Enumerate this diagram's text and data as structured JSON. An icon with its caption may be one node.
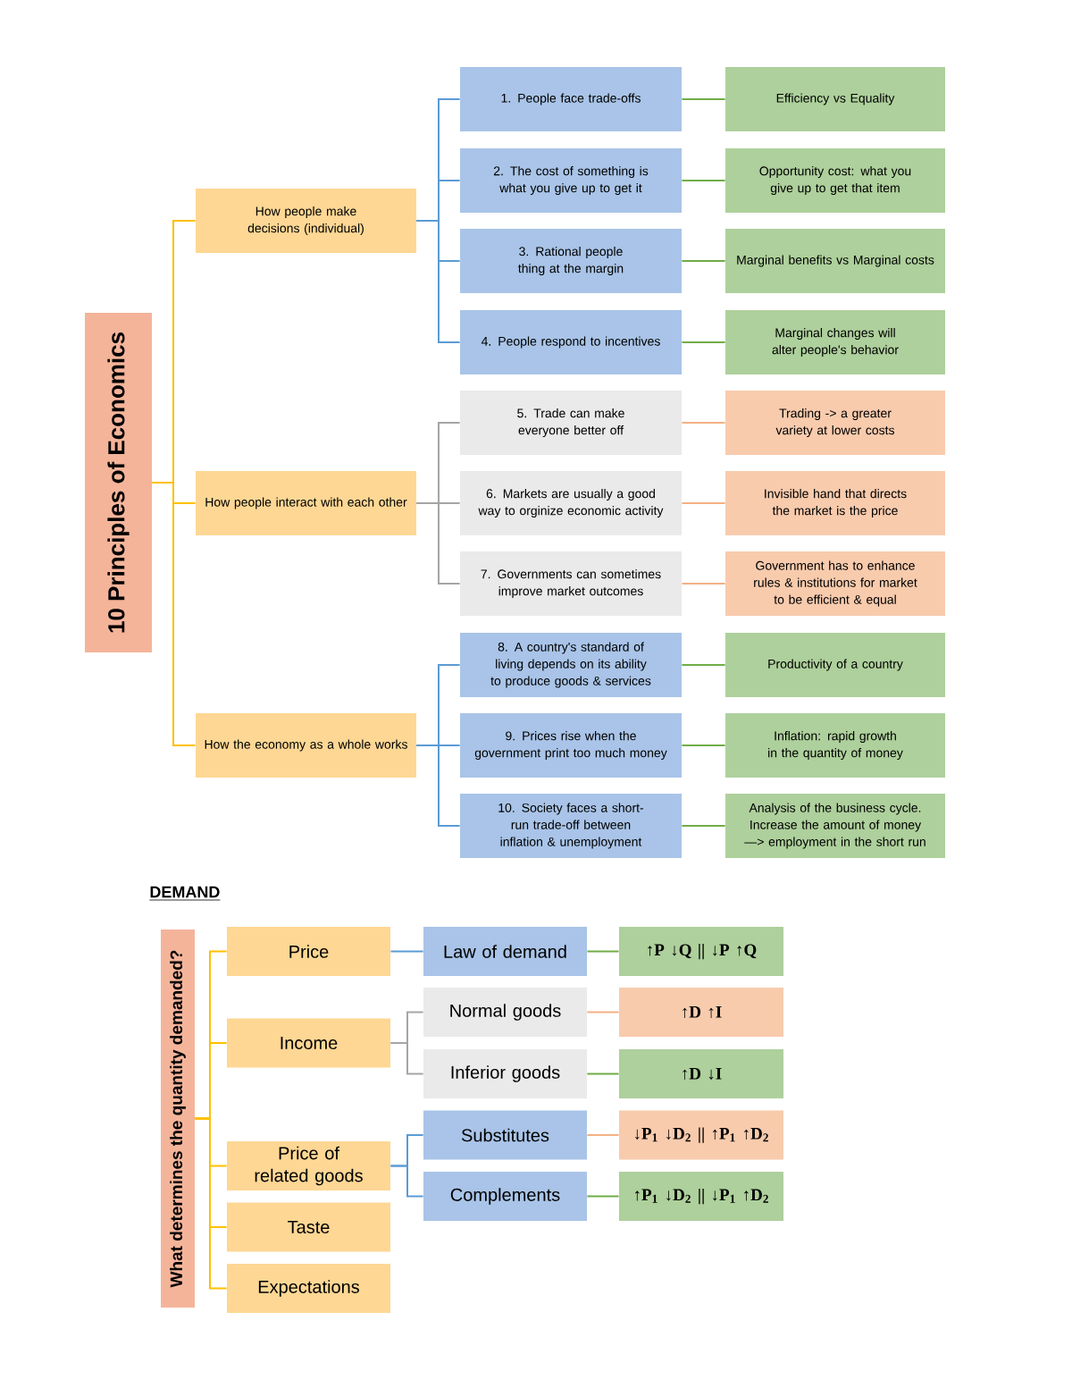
{
  "diagram": {
    "nodes": [
      {
        "text": [
          "10 Principles of Economics"
        ]
      },
      {
        "text": [
          "How people make decisions (individual)"
        ]
      },
      {
        "text": [
          "How people interact with each other"
        ]
      },
      {
        "text": [
          "How the economy as a whole works"
        ]
      },
      {
        "text": [
          "1. People face trade-offs"
        ]
      },
      {
        "text": [
          "Efficiency vs Equality"
        ]
      },
      {
        "text": [
          "2. The cost of something is what you give up to get it"
        ]
      },
      {
        "text": [
          "Opportunity cost: what you give up to get that item"
        ]
      },
      {
        "text": [
          "3. Rational people thing at the margin"
        ]
      },
      {
        "text": [
          "Marginal benefits vs Marginal costs"
        ]
      },
      {
        "text": [
          "4. People respond to incentives"
        ]
      },
      {
        "text": [
          "Marginal changes will alter people's behavior"
        ]
      },
      {
        "text": [
          "5. Trade can make everyone better off"
        ]
      },
      {
        "text": [
          "Trading -> a greater variety at lower costs"
        ]
      },
      {
        "text": [
          "6. Markets are usually a good way to orginize economic activity"
        ]
      },
      {
        "text": [
          "Invisible hand that directs the market is the price"
        ]
      },
      {
        "text": [
          "7. Governments can sometimes improve market outcomes"
        ]
      },
      {
        "text": [
          "Government has to enhance rules & institutions for market to be efficient & equal"
        ]
      },
      {
        "text": [
          "8. A country's standard of living depends on its ability to produce goods & services"
        ]
      },
      {
        "text": [
          "Productivity of a country"
        ]
      },
      {
        "text": [
          "9. Prices rise when the government print too much money"
        ]
      },
      {
        "text": [
          "Inflation: rapid growth in the quantity of money"
        ]
      },
      {
        "text": [
          "10. Society faces a short-run trade-off between inflation & unemployment"
        ]
      },
      {
        "text": [
          "Analysis of the business cycle. Increase the amount of money —> employment in the short run"
        ]
      },
      {
        "text": [
          "What determines the quantity demanded?"
        ]
      },
      {
        "text": [
          "Price"
        ]
      },
      {
        "text": [
          "Income"
        ]
      },
      {
        "text": [
          "Price of related goods"
        ]
      },
      {
        "text": [
          "Taste"
        ]
      },
      {
        "text": [
          "Expectations"
        ]
      },
      {
        "text": [
          "Law of demand"
        ]
      },
      {
        "text": [
          "↑P ↓Q || ↓P ↑Q"
        ]
      },
      {
        "text": [
          "Normal goods"
        ]
      },
      {
        "text": [
          "↑D ↑I"
        ]
      },
      {
        "text": [
          "Inferior goods"
        ]
      },
      {
        "text": [
          "↑D ↓I"
        ]
      },
      {
        "text": [
          "Substitutes"
        ]
      },
      {
        "text": [
          "↓P$_{1}$ ↓D$_{2}$ || ↑P$_{1}$ ↑D$_{2}$"
        ]
      },
      {
        "text": [
          "Complements"
        ]
      },
      {
        "text": [
          "↑P$_{1}$ ↓D$_{2}$ || ↓P$_{1}$ ↑D$_{2}$"
        ]
      }
    ],
    "edges": [
      {
        "from": 0,
        "to": 1,
        "arrow": "none",
        "color": "#ffc000"
      },
      {
        "from": 0,
        "to": 2,
        "arrow": "none",
        "color": "#ffc000"
      },
      {
        "from": 0,
        "to": 3,
        "arrow": "none",
        "color": "#ffc000"
      },
      {
        "from": 1,
        "to": 4,
        "arrow": "none",
        "color": "#5b9bd5"
      },
      {
        "from": 1,
        "to": 6,
        "arrow": "none",
        "color": "#5b9bd5"
      },
      {
        "from": 1,
        "to": 8,
        "arrow": "none",
        "color": "#5b9bd5"
      },
      {
        "from": 1,
        "to": 10,
        "arrow": "none",
        "color": "#5b9bd5"
      },
      {
        "from": 2,
        "to": 12,
        "arrow": "none",
        "color": "#a5a5a5"
      },
      {
        "from": 2,
        "to": 14,
        "arrow": "none",
        "color": "#a5a5a5"
      },
      {
        "from": 2,
        "to": 16,
        "arrow": "none",
        "color": "#a5a5a5"
      },
      {
        "from": 3,
        "to": 18,
        "arrow": "none",
        "color": "#5b9bd5"
      },
      {
        "from": 3,
        "to": 20,
        "arrow": "none",
        "color": "#5b9bd5"
      },
      {
        "from": 3,
        "to": 22,
        "arrow": "none",
        "color": "#5b9bd5"
      },
      {
        "from": 4,
        "to": 5,
        "arrow": "none",
        "color": "#70ad47"
      },
      {
        "from": 6,
        "to": 7,
        "arrow": "none",
        "color": "#70ad47"
      },
      {
        "from": 8,
        "to": 9,
        "arrow": "none",
        "color": "#70ad47"
      },
      {
        "from": 10,
        "to": 11,
        "arrow": "none",
        "color": "#70ad47"
      },
      {
        "from": 12,
        "to": 13,
        "arrow": "none",
        "color": "#f4b183"
      },
      {
        "from": 14,
        "to": 15,
        "arrow": "none",
        "color": "#f4b183"
      },
      {
        "from": 16,
        "to": 17,
        "arrow": "none",
        "color": "#f4b183"
      },
      {
        "from": 18,
        "to": 19,
        "arrow": "none",
        "color": "#70ad47"
      },
      {
        "from": 20,
        "to": 21,
        "arrow": "none",
        "color": "#70ad47"
      },
      {
        "from": 22,
        "to": 23,
        "arrow": "none",
        "color": "#70ad47"
      },
      {
        "from": 24,
        "to": 25,
        "arrow": "none",
        "color": "#ffc000"
      },
      {
        "from": 24,
        "to": 26,
        "arrow": "none",
        "color": "#ffc000"
      },
      {
        "from": 24,
        "to": 27,
        "arrow": "none",
        "color": "#ffc000"
      },
      {
        "from": 24,
        "to": 28,
        "arrow": "none",
        "color": "#ffc000"
      },
      {
        "from": 24,
        "to": 29,
        "arrow": "none",
        "color": "#ffc000"
      },
      {
        "from": 25,
        "to": 30,
        "arrow": "none",
        "color": "#5b9bd5"
      },
      {
        "from": 26,
        "to": 32,
        "arrow": "none",
        "color": "#a5a5a5"
      },
      {
        "from": 26,
        "to": 34,
        "arrow": "none",
        "color": "#a5a5a5"
      },
      {
        "from": 27,
        "to": 36,
        "arrow": "none",
        "color": "#5b9bd5"
      },
      {
        "from": 27,
        "to": 38,
        "arrow": "none",
        "color": "#5b9bd5"
      },
      {
        "from": 30,
        "to": 31,
        "arrow": "none",
        "color": "#70ad47"
      },
      {
        "from": 32,
        "to": 33,
        "arrow": "none",
        "color": "#f4b183"
      },
      {
        "from": 34,
        "to": 35,
        "arrow": "none",
        "color": "#70ad47"
      },
      {
        "from": 36,
        "to": 37,
        "arrow": "none",
        "color": "#f4b183"
      },
      {
        "from": 38,
        "to": 39,
        "arrow": "none",
        "color": "#70ad47"
      }
    ],
    "labels": [
      "DEMAND"
    ]
  }
}
